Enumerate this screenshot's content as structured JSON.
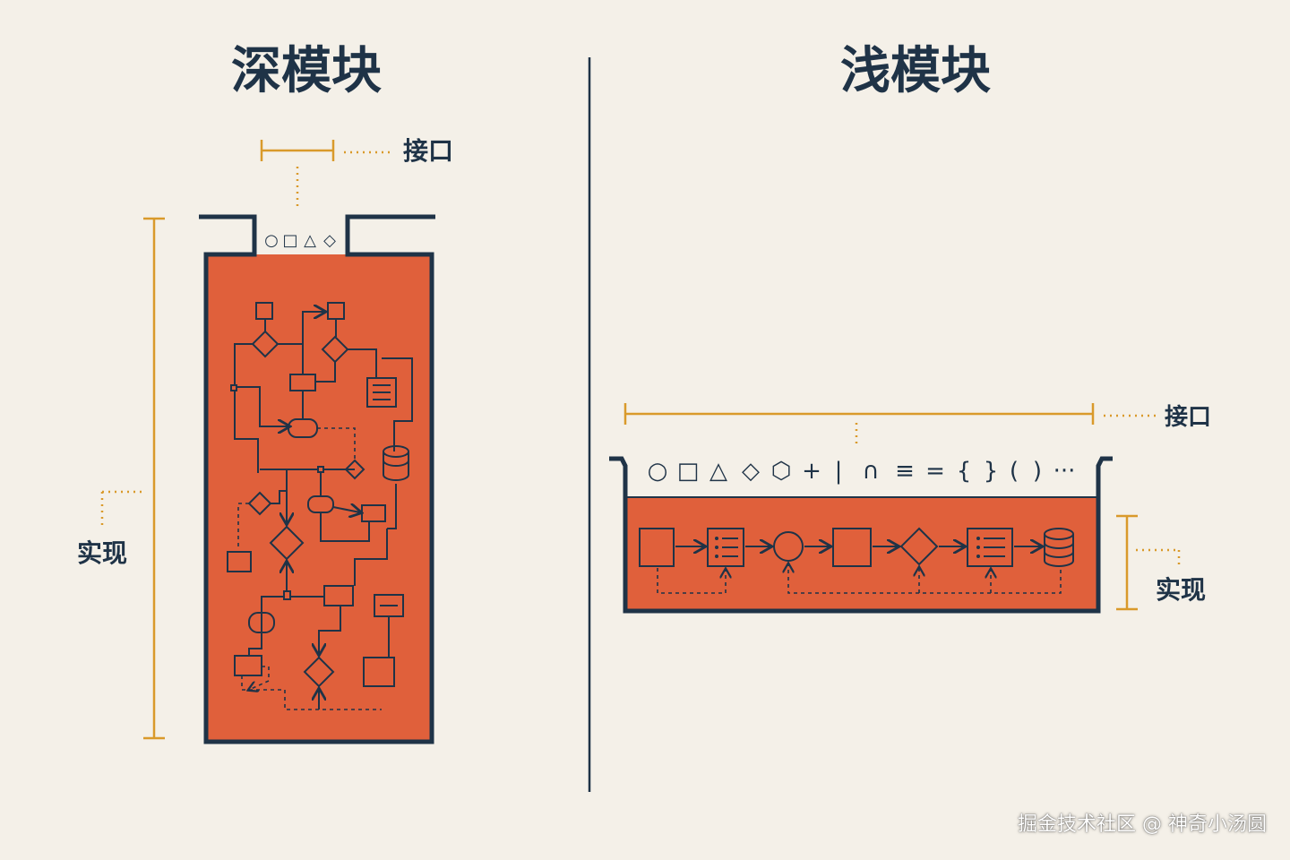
{
  "deep_module": {
    "title": "深模块",
    "interface_label": "接口",
    "implementation_label": "实现",
    "interface_symbols": [
      "○",
      "□",
      "△",
      "◇"
    ]
  },
  "shallow_module": {
    "title": "浅模块",
    "interface_label": "接口",
    "implementation_label": "实现",
    "interface_symbols": [
      "○",
      "□",
      "△",
      "◇",
      "⬡",
      "+",
      "|",
      "∩",
      "≡",
      "=",
      "{",
      "}",
      "(",
      ")",
      "···"
    ]
  },
  "watermark": "掘金技术社区 @ 神奇小汤圆",
  "colors": {
    "background": "#f4f0e8",
    "ink": "#1f3347",
    "implementation_fill": "#e0603b",
    "dimension_lines": "#d99a2b"
  }
}
